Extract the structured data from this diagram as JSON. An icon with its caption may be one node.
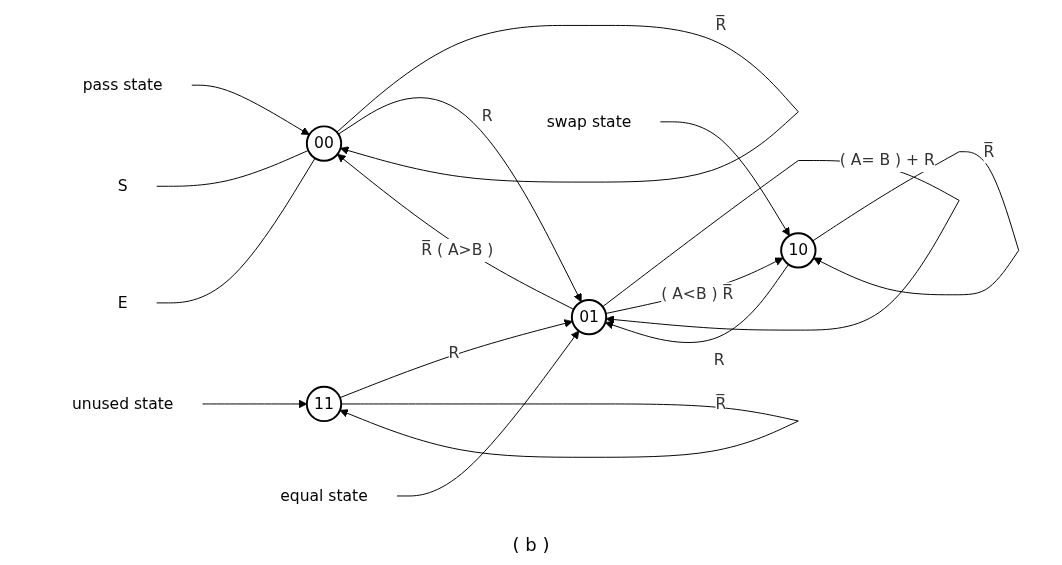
{
  "diagram": {
    "caption": "( b )",
    "nodes": [
      {
        "text": [
          "00"
        ]
      },
      {
        "text": [
          "01"
        ]
      },
      {
        "text": [
          "11"
        ]
      },
      {
        "text": [
          "10"
        ]
      },
      {
        "text": [
          "pass state"
        ]
      },
      {
        "text": [
          "S"
        ]
      },
      {
        "text": [
          "E"
        ]
      },
      {
        "text": [
          "equal state"
        ]
      },
      {
        "text": [
          "unused state"
        ]
      },
      {
        "text": [
          "swap state"
        ]
      }
    ],
    "edges": [
      {
        "from": 0,
        "to": 0,
        "arrow": "to",
        "label": "R̅"
      },
      {
        "from": 1,
        "to": 0,
        "arrow": "to",
        "label": "R̅ ( A>B )"
      },
      {
        "from": 0,
        "to": 1,
        "arrow": "to",
        "label": "R"
      },
      {
        "from": 1,
        "to": 1,
        "arrow": "to",
        "label": "( A= B ) + R"
      },
      {
        "from": 2,
        "to": 1,
        "arrow": "to",
        "label": "R"
      },
      {
        "from": 1,
        "to": 3,
        "arrow": "to",
        "label": "( A<B ) R̅"
      },
      {
        "from": 3,
        "to": 1,
        "arrow": "to",
        "label": "R"
      },
      {
        "from": 2,
        "to": 2,
        "arrow": "to",
        "label": "R̅"
      },
      {
        "from": 3,
        "to": 3,
        "arrow": "to",
        "label": "R̅"
      },
      {
        "from": 4,
        "to": 0,
        "arrow": "to"
      },
      {
        "from": 5,
        "to": 0,
        "arrow": "none"
      },
      {
        "from": 6,
        "to": 0,
        "arrow": "none"
      },
      {
        "from": 7,
        "to": 1,
        "arrow": "to"
      },
      {
        "from": 8,
        "to": 2,
        "arrow": "to"
      },
      {
        "from": 9,
        "to": 3,
        "arrow": "to"
      }
    ]
  }
}
